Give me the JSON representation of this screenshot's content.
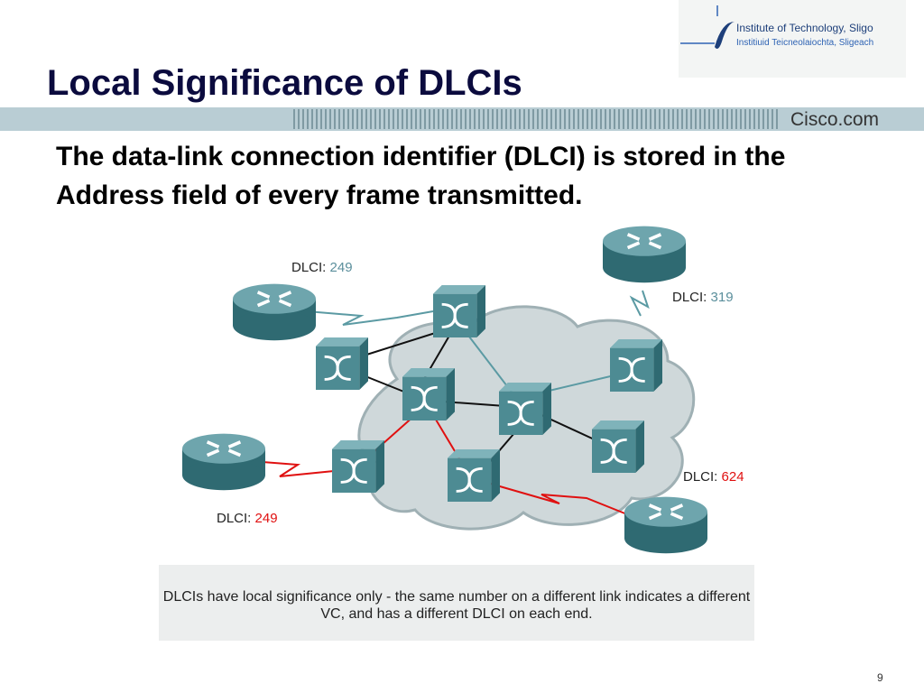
{
  "header": {
    "logo_line1": "Institute of Technology, Sligo",
    "logo_line2": "Institiuid Teicneolaiochta, Sligeach",
    "brand": "Cisco.com"
  },
  "slide": {
    "title": "Local Significance of DLCIs",
    "subtitle": "The data-link connection identifier (DLCI) is stored in the Address field of every frame transmitted.",
    "page_number": "9"
  },
  "diagram": {
    "labels": [
      {
        "prefix": "DLCI: ",
        "value": "249",
        "color": "#5b8f9c"
      },
      {
        "prefix": "DLCI: ",
        "value": "319",
        "color": "#5b8f9c"
      },
      {
        "prefix": "DLCI: ",
        "value": "624",
        "color": "#e01010"
      },
      {
        "prefix": "DLCI: ",
        "value": "249",
        "color": "#e01010"
      }
    ],
    "caption": "DLCIs have local significance only - the same number on a different link indicates a different VC, and has a different DLCI on each end."
  },
  "colors": {
    "title": "#0b0b3e",
    "banner": "#b9cdd4",
    "cloud": "#cfd8da",
    "device": "#4d8b93",
    "link_red": "#e01010",
    "link_teal": "#5b9aa3",
    "link_black": "#111111"
  },
  "icons": [
    "logo-swoosh-icon",
    "router-icon",
    "frame-relay-switch-icon",
    "cloud-icon"
  ]
}
